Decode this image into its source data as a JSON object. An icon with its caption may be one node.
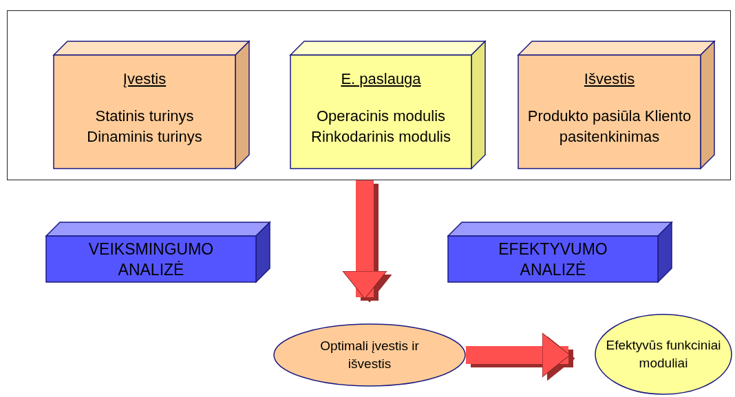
{
  "diagram": {
    "nodes": [
      {
        "text": [],
        "shape": "box"
      },
      {
        "text": [
          "Įvestis",
          "Statinis turinys Dinaminis turinys"
        ],
        "in": 0
      },
      {
        "text": [
          "E. paslauga",
          "Operacinis modulis Rinkodarinis modulis"
        ],
        "in": 0
      },
      {
        "text": [
          "Išvestis",
          "Produkto pasiūla Kliento pasitenkinimas"
        ],
        "in": 0
      },
      {
        "text": [
          "VEIKSMINGUMO ANALIZĖ"
        ]
      },
      {
        "text": [
          "EFEKTYVUMO ANALIZĖ"
        ]
      },
      {
        "text": [
          "Optimali įvestis ir išvestis"
        ]
      },
      {
        "text": [
          "Efektyvūs funkciniai moduliai"
        ]
      }
    ],
    "edges": [
      {
        "from": 0,
        "to": 6,
        "arrow": "to"
      },
      {
        "from": 6,
        "to": 7,
        "arrow": "to"
      }
    ]
  }
}
